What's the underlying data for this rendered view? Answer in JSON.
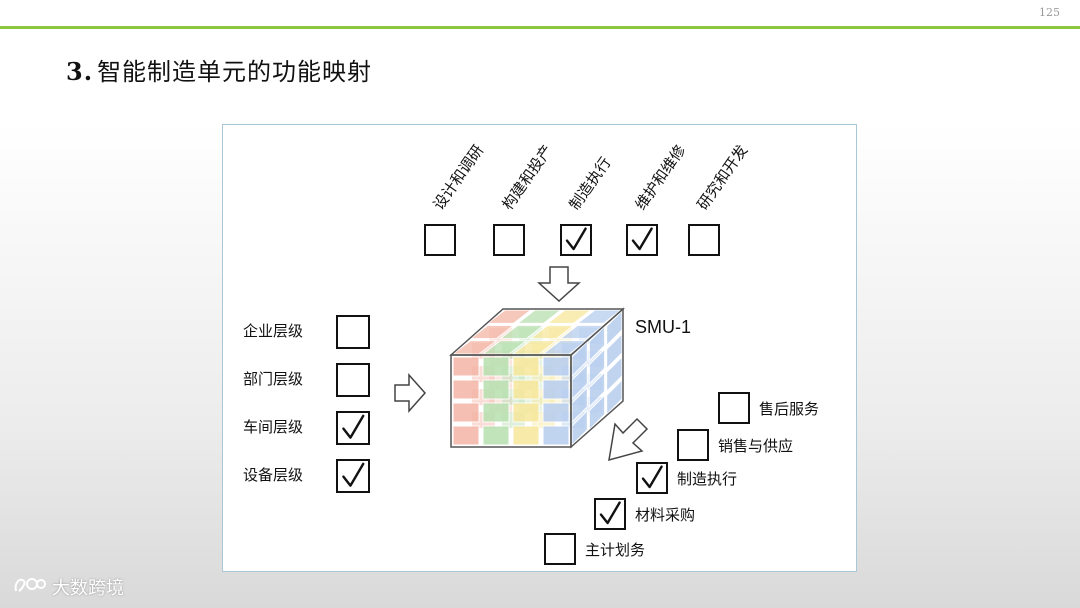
{
  "page_number": "125",
  "title": {
    "number": "3.",
    "text": "智能制造单元的功能映射"
  },
  "diagram": {
    "top_phases": [
      {
        "label": "设计和调研",
        "checked": false
      },
      {
        "label": "构建和投产",
        "checked": false
      },
      {
        "label": "制造执行",
        "checked": true
      },
      {
        "label": "维护和维修",
        "checked": true
      },
      {
        "label": "研究和开发",
        "checked": false
      }
    ],
    "left_levels": [
      {
        "label": "企业层级",
        "checked": false
      },
      {
        "label": "部门层级",
        "checked": false
      },
      {
        "label": "车间层级",
        "checked": true
      },
      {
        "label": "设备层级",
        "checked": true
      }
    ],
    "right_functions": [
      {
        "label": "售后服务",
        "checked": false
      },
      {
        "label": "销售与供应",
        "checked": false
      },
      {
        "label": "制造执行",
        "checked": true
      },
      {
        "label": "材料采购",
        "checked": true
      },
      {
        "label": "主计划务",
        "checked": false
      }
    ],
    "cube_label": "SMU-1",
    "cube_colors": [
      "#f4b6a6",
      "#b7e0b0",
      "#f7e79a",
      "#b6cdee"
    ]
  },
  "watermark": {
    "text": "大数跨境"
  }
}
